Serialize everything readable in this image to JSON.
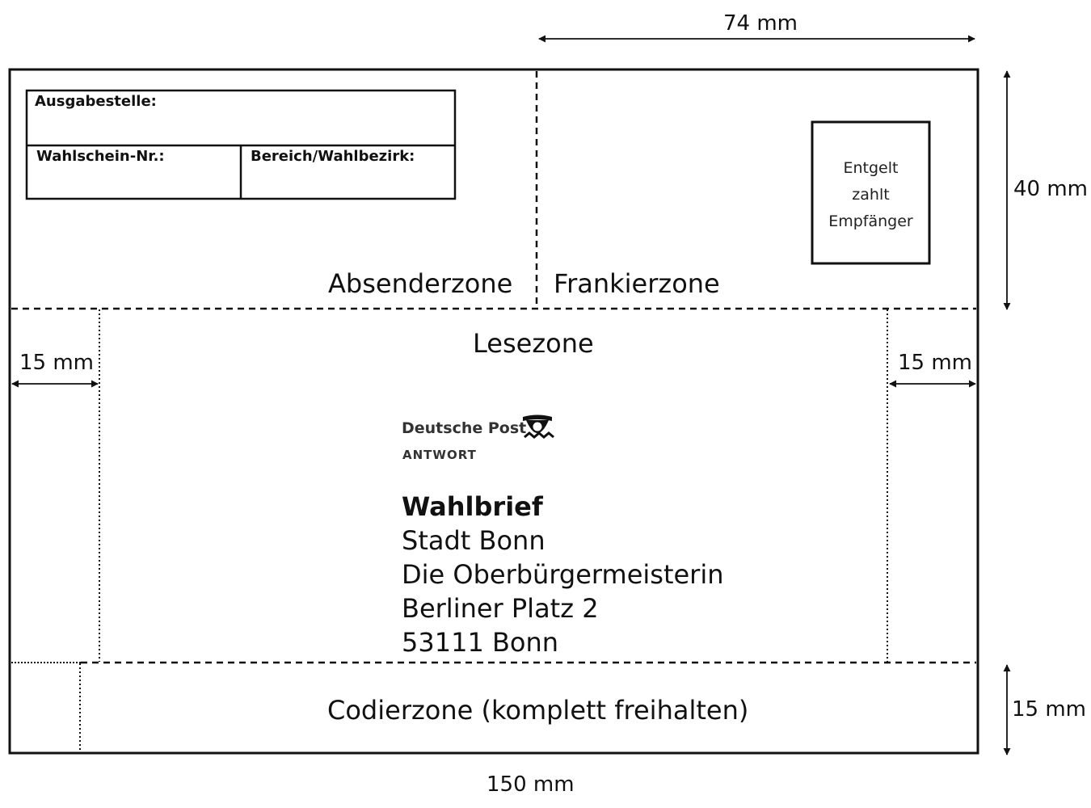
{
  "dimensions": {
    "top_width": "74 mm",
    "right_height": "40 mm",
    "left_margin": "15 mm",
    "right_margin": "15 mm",
    "bottom_height": "15 mm",
    "total_width": "150 mm"
  },
  "sender_fields": {
    "issuing_office": "Ausgabestelle:",
    "ballot_number": "Wahlschein-Nr.:",
    "district": "Bereich/Wahlbezirk:"
  },
  "zones": {
    "sender": "Absenderzone",
    "postage": "Frankierzone",
    "reading": "Lesezone",
    "coding": "Codierzone (komplett freihalten)"
  },
  "postage_stamp": {
    "line1": "Entgelt",
    "line2": "zahlt",
    "line3": "Empfänger"
  },
  "carrier": {
    "name": "Deutsche Post",
    "service": "ANTWORT",
    "logo_icon": "post-horn-icon"
  },
  "address": {
    "lines": [
      "Wahlbrief",
      "Stadt Bonn",
      "Die Oberbürgermeisterin",
      "Berliner Platz 2",
      "53111 Bonn"
    ]
  }
}
